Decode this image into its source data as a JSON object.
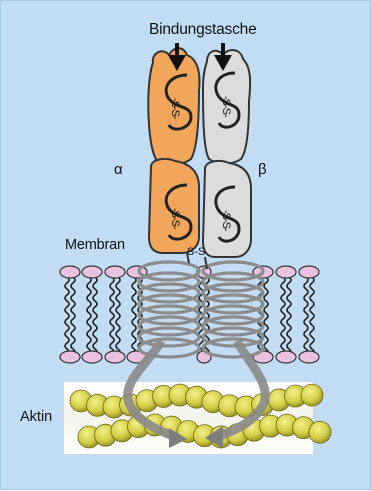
{
  "labels": {
    "binding_pocket": "Bindungstasche",
    "alpha": "α",
    "beta": "β",
    "membrane": "Membran",
    "actin": "Aktin",
    "disulfide": "-S-S-",
    "disulfide_link": "S-S"
  },
  "colors": {
    "background": "#c2ddf3",
    "alpha_subunit": "#f2a65c",
    "beta_subunit": "#dcdcdc",
    "lipid_head": "#e8c2e0",
    "helix": "#8c8c8c",
    "actin_bead": "#d9d45a"
  },
  "icons": [
    "arrow-down-icon"
  ]
}
